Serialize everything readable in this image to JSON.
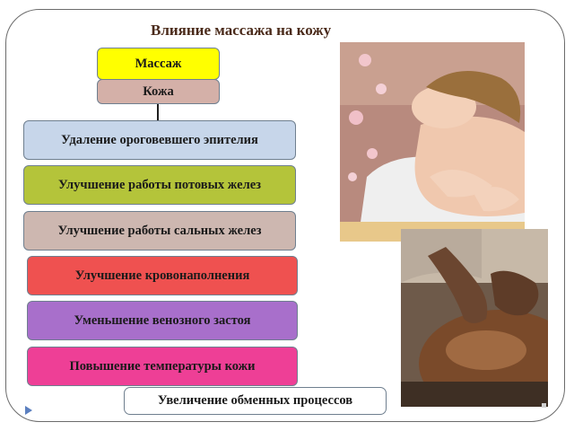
{
  "title": "Влияние массажа на кожу",
  "root": {
    "label": "Массаж"
  },
  "subject": {
    "label": "Кожа"
  },
  "effects": [
    {
      "label": "Удаление ороговевшего эпителия",
      "color": "#c7d6ea"
    },
    {
      "label": "Улучшение работы потовых желез",
      "color": "#b4c43a"
    },
    {
      "label": "Улучшение работы сальных желез",
      "color": "#cdb7b0"
    },
    {
      "label": "Улучшение кровонаполнения",
      "color": "#ef5150"
    },
    {
      "label": "Уменьшение венозного застоя",
      "color": "#a86fcb"
    },
    {
      "label": "Повышение температуры кожи",
      "color": "#ee3f96"
    },
    {
      "label": "Увеличение обменных процессов",
      "color": "#ffffff"
    }
  ],
  "images": [
    {
      "icon": "woman-back-massage-photo"
    },
    {
      "icon": "hands-massage-back-photo"
    }
  ],
  "colors": {
    "root": "#ffff00",
    "subject": "#d4b0a8",
    "title": "#4a2a1a"
  }
}
